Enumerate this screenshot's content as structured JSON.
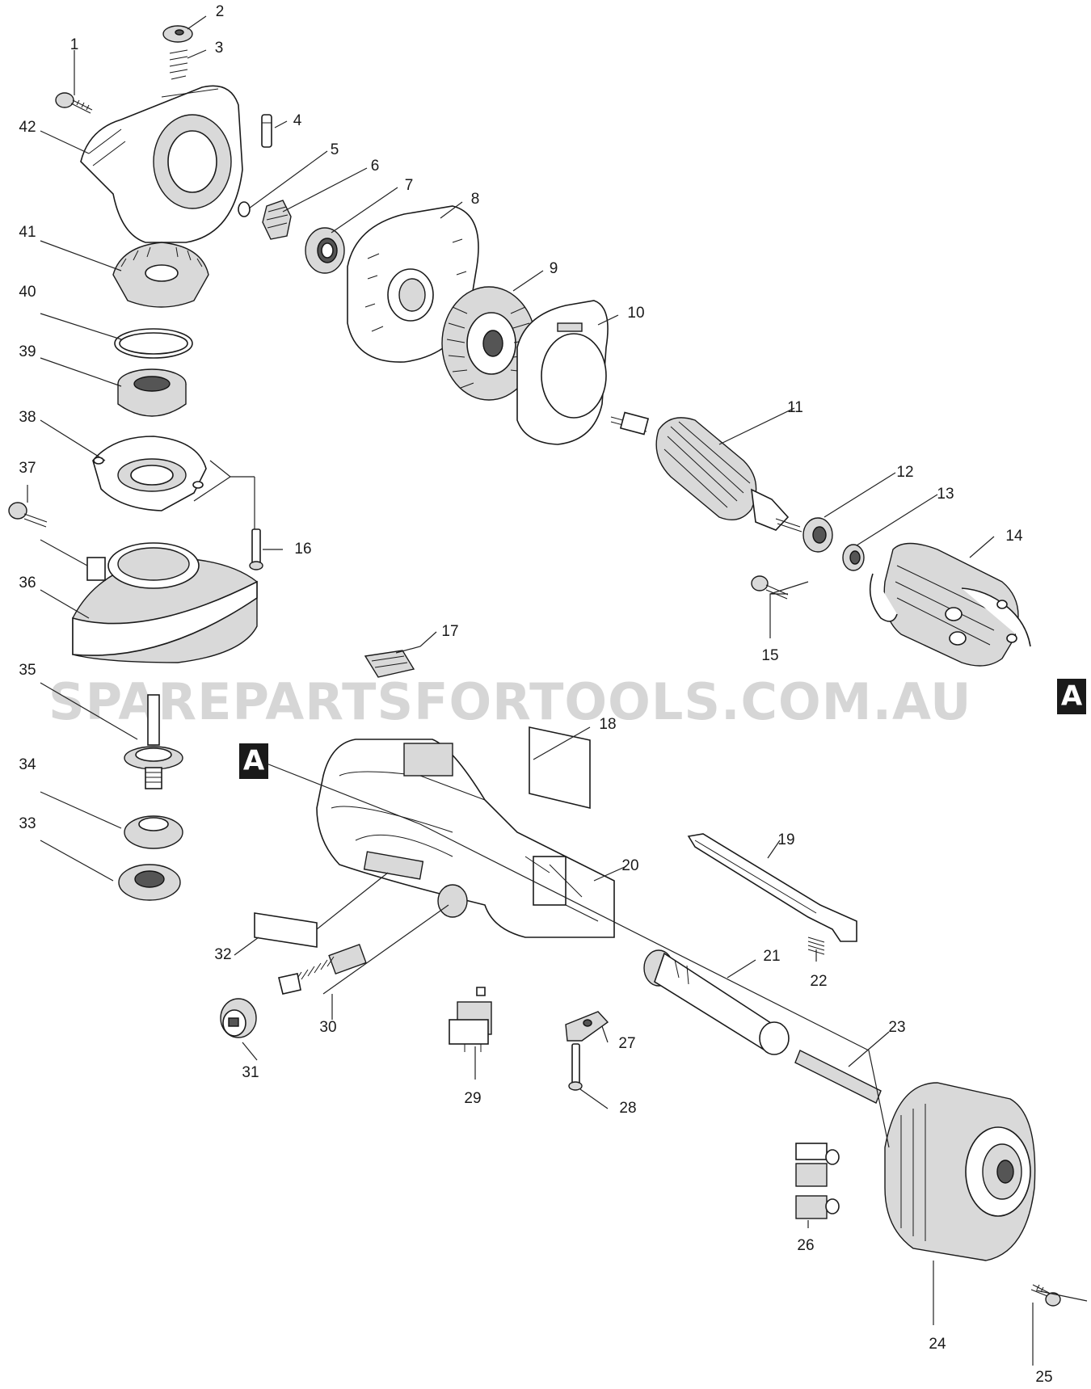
{
  "watermark": "SPAREPARTSFORTOOLS.COM.AU",
  "section_markers": [
    "A",
    "A"
  ],
  "labels": [
    "1",
    "2",
    "3",
    "4",
    "5",
    "6",
    "7",
    "8",
    "9",
    "10",
    "11",
    "12",
    "13",
    "14",
    "15",
    "16",
    "17",
    "18",
    "19",
    "20",
    "21",
    "22",
    "23",
    "24",
    "25",
    "26",
    "27",
    "28",
    "29",
    "30",
    "31",
    "32",
    "33",
    "34",
    "35",
    "36",
    "37",
    "38",
    "39",
    "40",
    "41",
    "42"
  ]
}
